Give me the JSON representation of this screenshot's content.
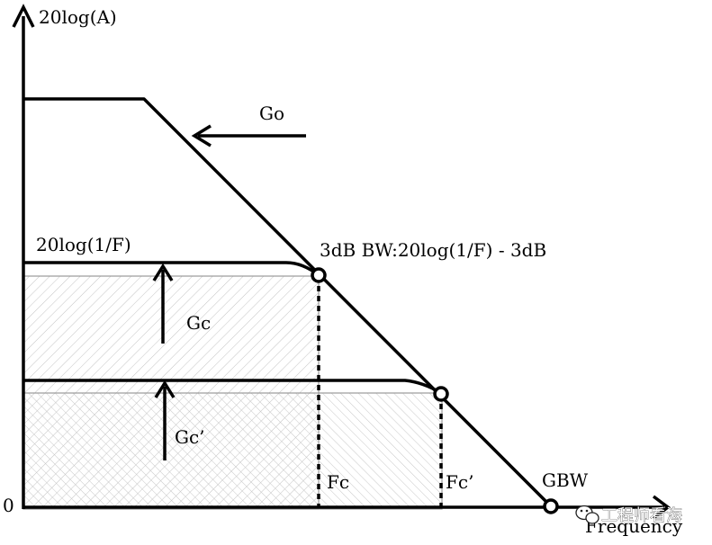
{
  "axes": {
    "y_label": "20log(A)",
    "x_label": "Frequency",
    "origin_label": "0"
  },
  "labels": {
    "go": "Go",
    "inv_f": "20log(1/F)",
    "bw": "3dB BW:20log(1/F) - 3dB",
    "gc": "Gc",
    "gc_prime": "Gc’",
    "fc": "Fc",
    "fc_prime": "Fc’",
    "gbw": "GBW"
  },
  "watermark": {
    "text": "工程师看海",
    "icon": "wechat-icon"
  },
  "colors": {
    "line": "#000000",
    "hatch": "#b5b5b5",
    "background": "#ffffff"
  }
}
